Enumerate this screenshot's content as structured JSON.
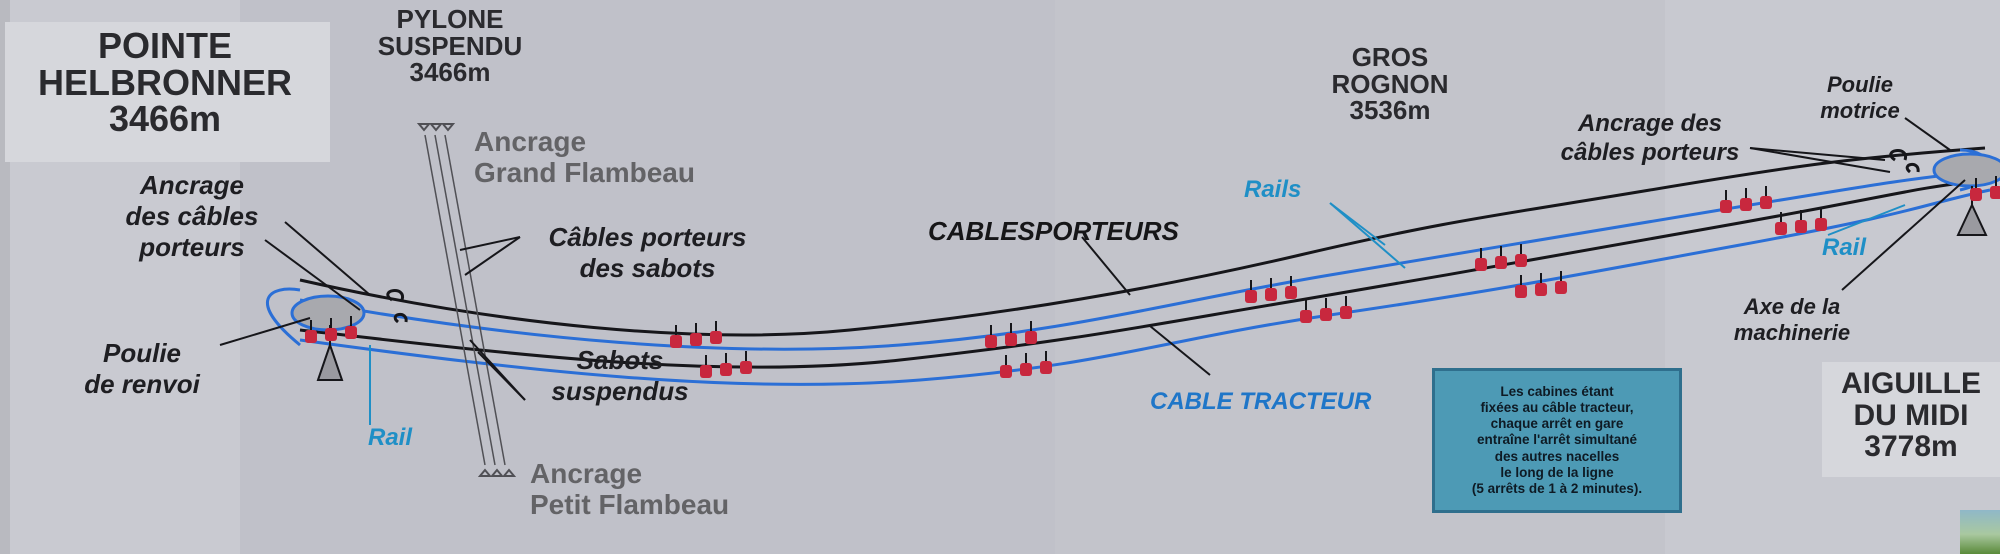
{
  "stations": {
    "helbronner": {
      "name_line1": "POINTE",
      "name_line2": "HELBRONNER",
      "altitude": "3466m"
    },
    "pylone": {
      "name_line1": "PYLONE",
      "name_line2": "SUSPENDU",
      "altitude": "3466m"
    },
    "gros_rognon": {
      "name_line1": "GROS",
      "name_line2": "ROGNON",
      "altitude": "3536m"
    },
    "aiguille": {
      "name_line1": "AIGUILLE",
      "name_line2": "DU MIDI",
      "altitude": "3778m"
    }
  },
  "labels": {
    "ancrage_left_1": "Ancrage",
    "ancrage_left_2": "des câbles",
    "ancrage_left_3": "porteurs",
    "poulie_renvoi_1": "Poulie",
    "poulie_renvoi_2": "de renvoi",
    "rail_left": "Rail",
    "ancrage_grand_1": "Ancrage",
    "ancrage_grand_2": "Grand Flambeau",
    "cables_sabots_1": "Câbles porteurs",
    "cables_sabots_2": "des sabots",
    "sabots_1": "Sabots",
    "sabots_2": "suspendus",
    "ancrage_petit_1": "Ancrage",
    "ancrage_petit_2": "Petit Flambeau",
    "cables_porteurs_a": "CABLES",
    "cables_porteurs_b": "PORTEURS",
    "rails_mid": "Rails",
    "cable_tracteur": "CABLE TRACTEUR",
    "ancrage_right_1": "Ancrage des",
    "ancrage_right_2": "câbles porteurs",
    "poulie_motrice_1": "Poulie",
    "poulie_motrice_2": "motrice",
    "rail_right": "Rail",
    "axe_1": "Axe de la",
    "axe_2": "machinerie"
  },
  "info_box": "Les cabines étant\nfixées au câble tracteur,\nchaque arrêt en gare\nentraîne l'arrêt simultané\ndes autres nacelles\nle long de la ligne\n(5 arrêts de 1 à 2 minutes).",
  "colors": {
    "background": "#bfc0c7",
    "cable_black": "#16161a",
    "cable_blue": "#2b6fd6",
    "cabin_red": "#c8283e",
    "label_blue": "#1f8fc6",
    "info_box": "#4d9ab5"
  }
}
